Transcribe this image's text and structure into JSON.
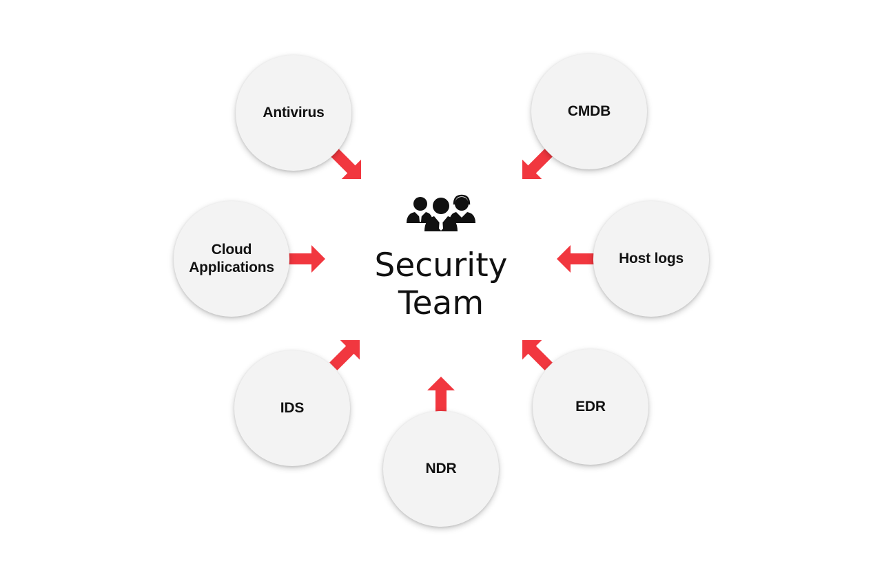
{
  "center": {
    "title": "Security\nTeam",
    "icon": "team-icon"
  },
  "sources": [
    {
      "id": "antivirus",
      "label": "Antivirus"
    },
    {
      "id": "cmdb",
      "label": "CMDB"
    },
    {
      "id": "cloud-applications",
      "label": "Cloud\nApplications"
    },
    {
      "id": "host-logs",
      "label": "Host logs"
    },
    {
      "id": "ids",
      "label": "IDS"
    },
    {
      "id": "edr",
      "label": "EDR"
    },
    {
      "id": "ndr",
      "label": "NDR"
    }
  ],
  "colors": {
    "arrow": "#f1373f",
    "node_fill": "#f3f3f3",
    "text": "#111111"
  }
}
